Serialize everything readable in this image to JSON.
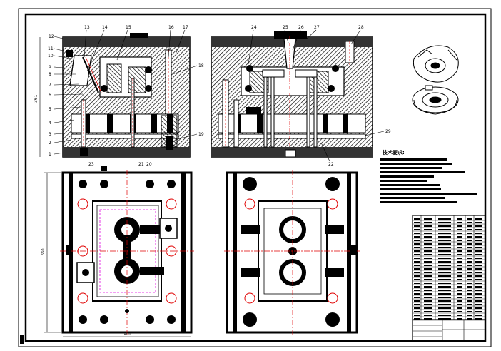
{
  "drawing": {
    "tech_heading": "技术要求:",
    "front_view_callouts": [
      "13",
      "14",
      "15",
      "16",
      "17",
      "12",
      "11",
      "10",
      "9",
      "8",
      "7",
      "6",
      "5",
      "4",
      "3",
      "2",
      "1",
      "18",
      "19"
    ],
    "front_bottom_callouts": [
      "23",
      "21",
      "20"
    ],
    "side_view_callouts": [
      "24",
      "25",
      "26",
      "27",
      "28",
      "29"
    ],
    "side_bottom_callouts": [
      "22"
    ],
    "dim_height": "361",
    "dim_plan_width": "400",
    "dim_plan_height": "560"
  },
  "colors": {
    "line": "#000000",
    "center_line": "#e00000",
    "magenta": "#e000e0",
    "hatch": "#000000",
    "background": "#ffffff"
  }
}
